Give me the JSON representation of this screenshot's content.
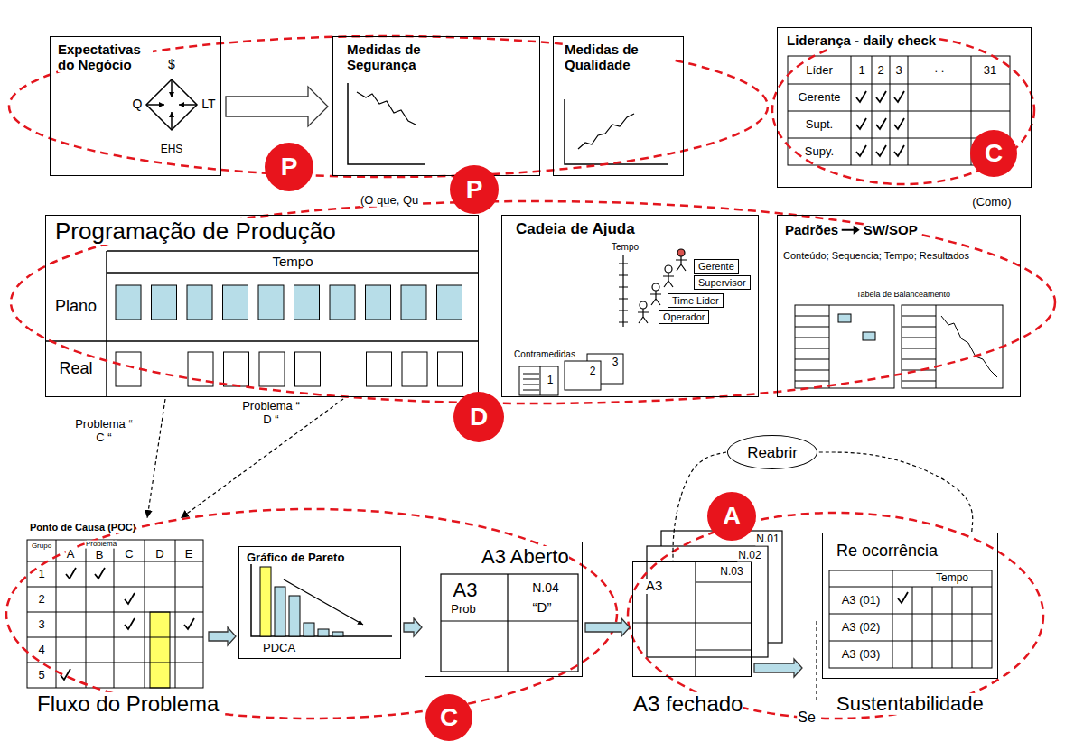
{
  "diagram": {
    "nodes": [
      {
        "text": [
          "Expectativas do Negócio"
        ]
      },
      {
        "text": [
          "Medidas de Segurança"
        ]
      },
      {
        "text": [
          "Medidas de Qualidade"
        ]
      },
      {
        "text": [
          "Liderança - daily check"
        ]
      },
      {
        "text": [
          "C"
        ]
      },
      {
        "text": [
          "P"
        ]
      },
      {
        "text": [
          "P"
        ]
      },
      {
        "text": [
          "Programação de Produção"
        ]
      },
      {
        "text": [
          "Cadeia de Ajuda"
        ]
      },
      {
        "text": [
          "Gerente"
        ],
        "in": 8
      },
      {
        "text": [
          "Supervisor"
        ],
        "in": 8
      },
      {
        "text": [
          "Time Lider"
        ],
        "in": 8
      },
      {
        "text": [
          "Operador"
        ],
        "in": 8
      },
      {
        "text": [
          "Padrões",
          "SW/SOP",
          "Conteúdo; Sequencia; Tempo; Resultados"
        ]
      },
      {
        "text": [
          "D"
        ]
      },
      {
        "text": [
          "Reabrir"
        ]
      },
      {
        "text": [
          "A"
        ]
      },
      {
        "text": [
          "Ponto de Causa (POC)"
        ]
      },
      {
        "text": [
          "Gráfico de Pareto",
          "PDCA"
        ]
      },
      {
        "text": [
          "A3 Aberto"
        ]
      },
      {
        "text": [
          "A3"
        ]
      },
      {
        "text": [
          "Re ocorrência"
        ]
      },
      {
        "text": [
          "C"
        ]
      }
    ],
    "edges": [
      {
        "from": 0,
        "to": 1,
        "arrow": "to"
      },
      {
        "from": 7,
        "to": 17,
        "arrow": "to",
        "label": "Problema “ C “"
      },
      {
        "from": 7,
        "to": 17,
        "arrow": "to",
        "label": "Problema “ D “"
      },
      {
        "from": 17,
        "to": 18,
        "arrow": "to"
      },
      {
        "from": 18,
        "to": 19,
        "arrow": "to"
      },
      {
        "from": 19,
        "to": 20,
        "arrow": "to"
      },
      {
        "from": 20,
        "to": 21,
        "arrow": "to"
      },
      {
        "from": 21,
        "to": 15,
        "arrow": "none"
      },
      {
        "from": 15,
        "to": 20,
        "arrow": "none"
      }
    ],
    "labels": [
      "$",
      "Q",
      "LT",
      "EHS",
      "Líder",
      "1",
      "2",
      "3",
      ". .",
      "31",
      "Gerente",
      "Supt.",
      "Supy.",
      "(O que, Qu",
      "(Como)",
      "Tempo",
      "Plano",
      "Real",
      "Tempo",
      "Contramedidas",
      "1",
      "2",
      "3",
      "Tabela de Balanceamento",
      "Problema",
      "Grupo",
      "A",
      "B",
      "C",
      "D",
      "E",
      "1",
      "2",
      "3",
      "4",
      "5",
      "A3",
      "N.04",
      "Prob",
      "“D”",
      "N.01",
      "N.02",
      "N.03",
      "Tempo",
      "A3 (01)",
      "A3 (02)",
      "A3 (03)",
      "Fluxo do Problema",
      "A3 fechado",
      "Se",
      "Sustentabilidade"
    ]
  }
}
